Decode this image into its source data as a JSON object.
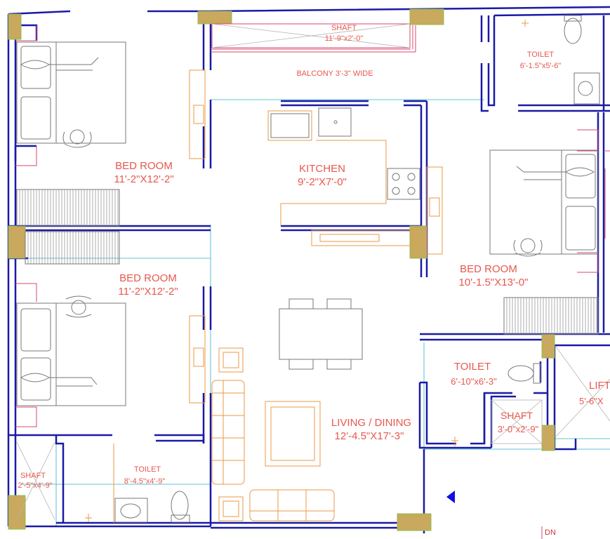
{
  "rooms": {
    "bedroom_top_left": {
      "name": "BED ROOM",
      "size": "11'-2\"X12'-2\""
    },
    "bedroom_mid_left": {
      "name": "BED ROOM",
      "size": "11'-2\"X12'-2\""
    },
    "bedroom_right": {
      "name": "BED ROOM",
      "size": "10'-1.5\"X13'-0\""
    },
    "kitchen": {
      "name": "KITCHEN",
      "size": "9'-2\"X7'-0\""
    },
    "living_dining": {
      "name": "LIVING / DINING",
      "size": "12'-4.5\"X17'-3\""
    },
    "toilet_top_right": {
      "name": "TOILET",
      "size": "6'-1.5\"x5'-6\""
    },
    "toilet_mid_right": {
      "name": "TOILET",
      "size": "6'-10\"x6'-3\""
    },
    "toilet_bottom_left": {
      "name": "TOILET",
      "size": "8'-4.5\"x4'-9\""
    },
    "shaft_top": {
      "name": "SHAFT",
      "size": "11'-9\"x2'-0\""
    },
    "shaft_right": {
      "name": "SHAFT",
      "size": "3'-0\"x2'-9\""
    },
    "shaft_left": {
      "name": "SHAFT",
      "size": "2'-5\"x4'-9\""
    },
    "lift": {
      "name": "LIFT",
      "size": "5'-6\"X"
    },
    "balcony": {
      "name": "BALCONY 3'-3\" WIDE"
    }
  },
  "stair": {
    "label": "DN"
  },
  "colors": {
    "wall": "#1a1aa6",
    "label": "#e8574e",
    "column": "#c8a95e",
    "furniture": "#e89a45",
    "fixture": "#777777",
    "marker": "#1010e0"
  }
}
